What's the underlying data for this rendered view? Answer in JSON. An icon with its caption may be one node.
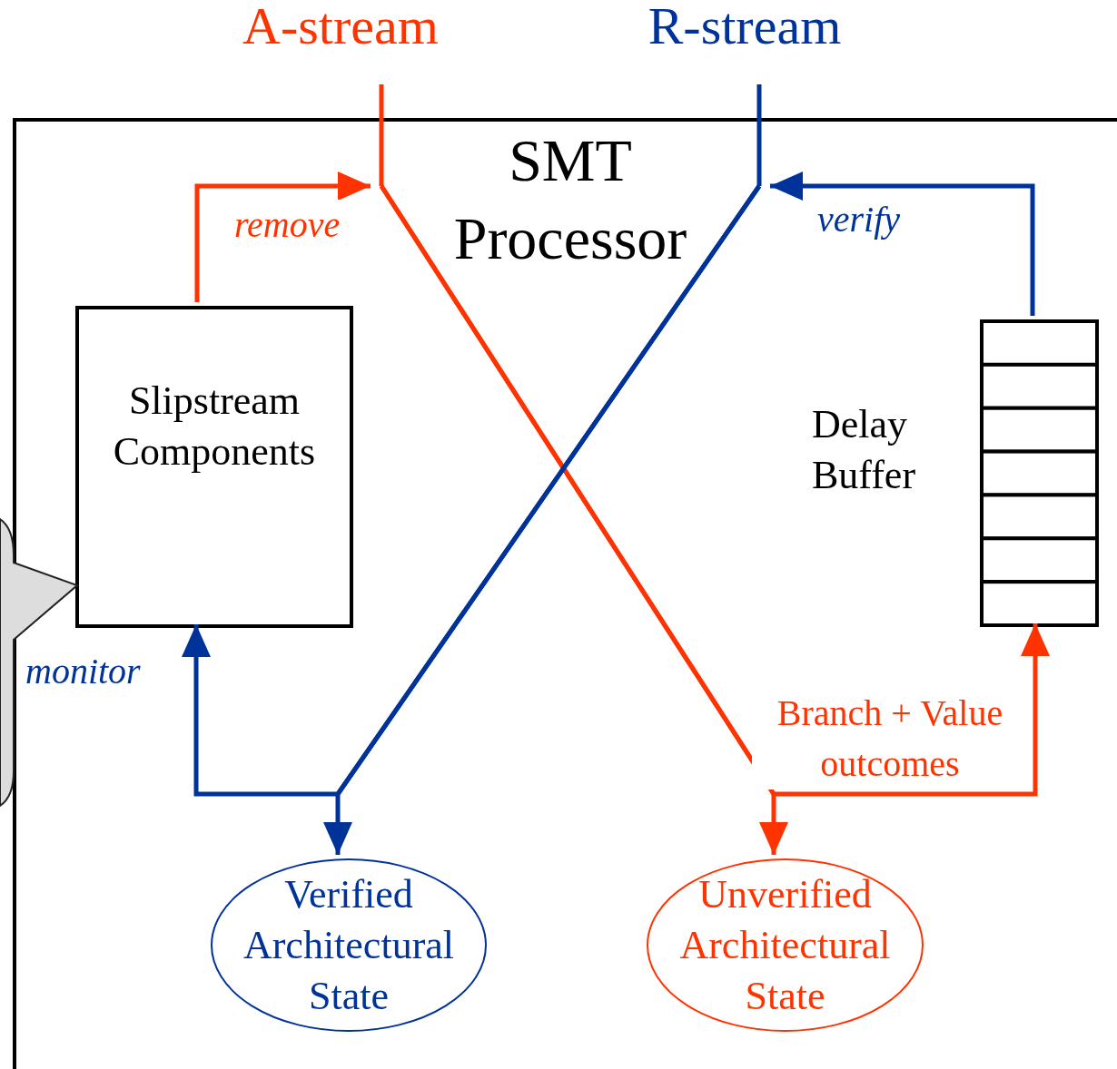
{
  "diagram": {
    "nodes": [
      {
        "text": [
          "SMT Processor"
        ]
      },
      {
        "text": [
          "A-stream"
        ]
      },
      {
        "text": [
          "R-stream"
        ]
      },
      {
        "text": [
          "Slipstream Components"
        ],
        "in": 0
      },
      {
        "text": [],
        "shape": "box",
        "beside": [
          "Delay Buffer"
        ],
        "in": 0
      },
      {
        "text": [
          "Verified Architectural State"
        ],
        "in": 0
      },
      {
        "text": [
          "Unverified Architectural State"
        ],
        "in": 0
      },
      {
        "text": [],
        "shape": "callout"
      }
    ],
    "edges": [
      {
        "from": 1,
        "to": 6,
        "arrow": "to",
        "color": "#ff3300"
      },
      {
        "from": 1,
        "to": 4,
        "arrow": "to",
        "label": "Branch + Value outcomes",
        "color": "#ff3300"
      },
      {
        "from": 3,
        "to": 1,
        "arrow": "to",
        "label": "remove",
        "color": "#ff3300"
      },
      {
        "from": 2,
        "to": 5,
        "arrow": "to",
        "color": "#003399"
      },
      {
        "from": 2,
        "to": 3,
        "arrow": "to",
        "label": "monitor",
        "color": "#003399"
      },
      {
        "from": 4,
        "to": 2,
        "arrow": "to",
        "label": "verify",
        "color": "#003399"
      }
    ]
  }
}
